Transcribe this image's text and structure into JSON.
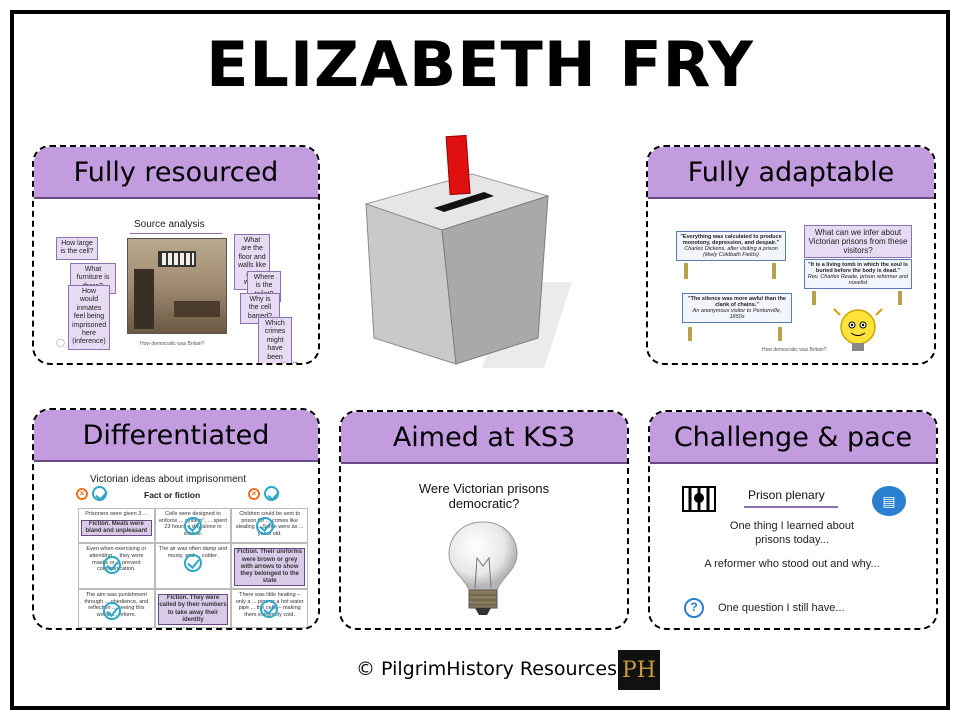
{
  "title": "ELIZABETH FRY",
  "cards": {
    "resourced": {
      "heading": "Fully resourced",
      "slide_title": "Source analysis",
      "questions_left": [
        "How large is the cell?",
        "What furniture is there?",
        "How would inmates feel being imprisoned here (inference)"
      ],
      "questions_right": [
        "What are the floor and walls like and why?",
        "Where is the toilet?",
        "Why is the cell barred?",
        "Which crimes might have been committed?"
      ],
      "footer": "How democratic was Britain?"
    },
    "adaptable": {
      "heading": "Fully adaptable",
      "question": "What can we infer about Victorian prisons from these visitors?",
      "quote1": "\"Everything was calculated to produce monotony, depression, and despair.\"",
      "quote1_src": "Charles Dickens, after visiting a prison (likely Coldbath Fields)",
      "quote2": "\"It is a living tomb in which the soul is buried before the body is dead.\"",
      "quote2_src": "Rev. Charles Reade, prison reformer and novelist",
      "quote3": "\"The silence was more awful than the clank of chains.\"",
      "quote3_src": "An anonymous visitor to Pentonville, 1850s",
      "footer": "How democratic was Britain?"
    },
    "differentiated": {
      "heading": "Differentiated",
      "slide_title": "Victorian ideas about imprisonment",
      "subtitle": "Fact or fiction",
      "cells": [
        "Prisoners were given 3 ...",
        "Cells were designed to enforce ... system\", ... spent 23 hours a day alone in silence.",
        "Children could be sent to prison for ... crimes like stealing ... Some were as ... years old.",
        "Even when exercising or attending ... they wore masks or ... prevent communication.",
        "The air was often damp and musty, and ... colder.",
        "",
        "The aim was punishment through ... obedience, and reflection ... seeing this would ... reform.",
        "",
        "There was little heating – only a ... pipe or a hot water pipe ... the cells – making them extremely cold."
      ],
      "boxes": {
        "b1": "Fiction. Meals were bland and unpleasant",
        "b2": "Fiction. Their uniforms were brown or grey with arrows to show they belonged to the state",
        "b3": "Fiction. They were called by their numbers to take away their identity"
      }
    },
    "ks3": {
      "heading": "Aimed at KS3",
      "question": "Were Victorian prisons democratic?"
    },
    "challenge": {
      "heading": "Challenge & pace",
      "plenary": "Prison plenary",
      "line1": "One thing I learned about prisons today...",
      "line2": "A reformer who stood out and why...",
      "line3": "One question I still have..."
    }
  },
  "footer_text": "© PilgrimHistory Resources.",
  "logo_text": "PH",
  "colors": {
    "header_fill": "#c39bdf",
    "accent_red": "#e01010"
  }
}
